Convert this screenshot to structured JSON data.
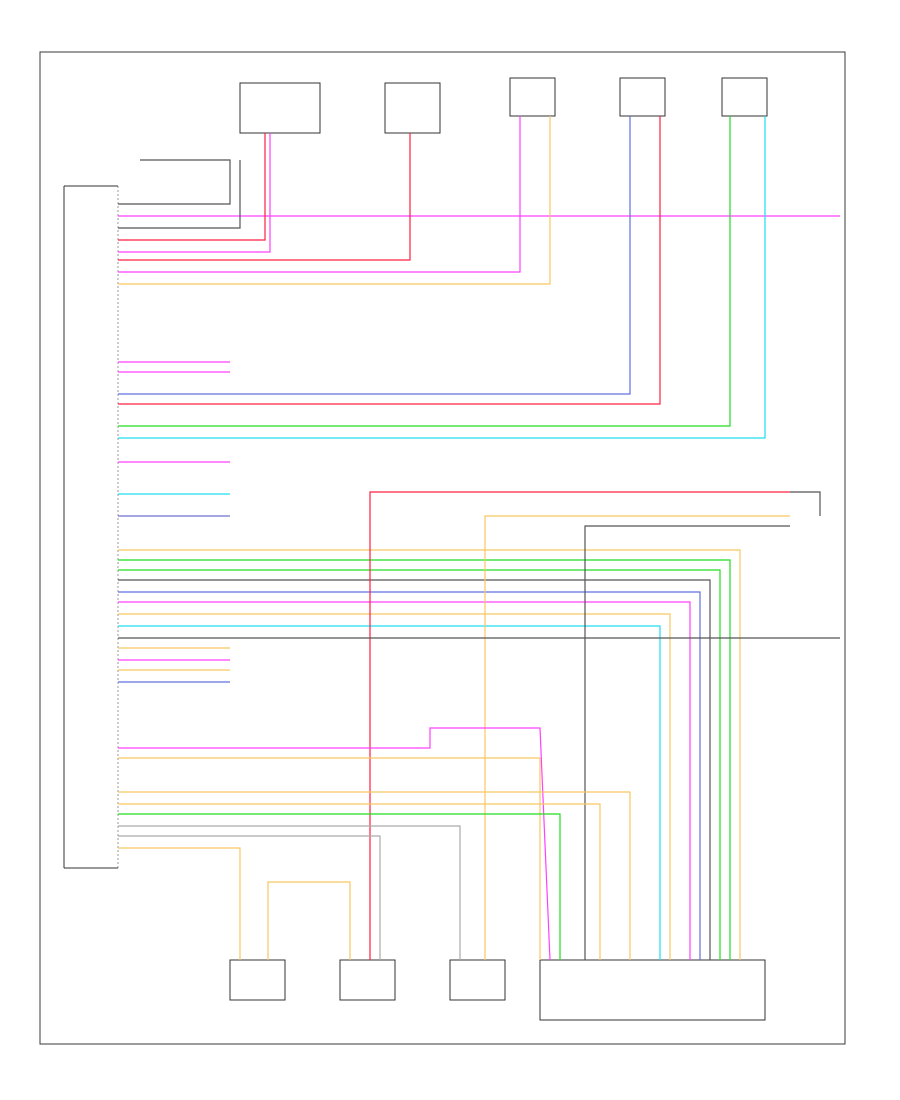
{
  "corner_label": "",
  "wire_colors": {
    "pink": "#ff40ff",
    "red": "#ff2040",
    "yellow": "#f8c860",
    "blue": "#6070e0",
    "green": "#20dd20",
    "cyan": "#20ddee",
    "black": "#555555",
    "gray": "#aaaaaa",
    "purple": "#7070d0"
  },
  "components": [
    {
      "id": "module-left"
    },
    {
      "id": "fuse-block-1"
    },
    {
      "id": "fuse-block-2"
    },
    {
      "id": "switch-1"
    },
    {
      "id": "switch-2"
    },
    {
      "id": "switch-3"
    },
    {
      "id": "sensor-1"
    },
    {
      "id": "sensor-2"
    },
    {
      "id": "sensor-3"
    },
    {
      "id": "motor-assembly"
    }
  ]
}
